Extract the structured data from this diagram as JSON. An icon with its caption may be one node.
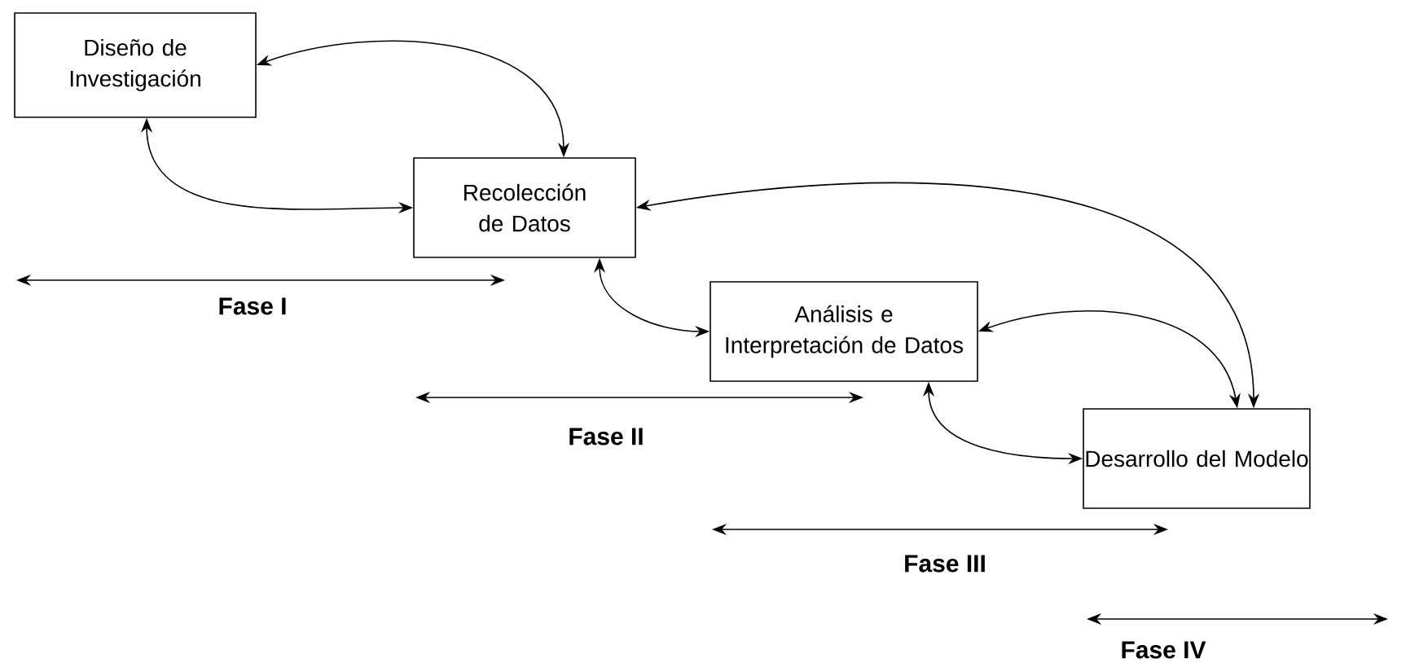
{
  "diagram": {
    "nodes": [
      {
        "text": [
          "Diseño de Investigación"
        ]
      },
      {
        "text": [
          "Recolección de Datos"
        ]
      },
      {
        "text": [
          "Análisis e Interpretación de Datos"
        ]
      },
      {
        "text": [
          "Desarrollo del Modelo"
        ]
      }
    ],
    "edges": [
      {
        "from": 0,
        "to": 1,
        "arrow": "both"
      },
      {
        "from": 0,
        "to": 1,
        "arrow": "both"
      },
      {
        "from": 1,
        "to": 2,
        "arrow": "both"
      },
      {
        "from": 1,
        "to": 3,
        "arrow": "both"
      },
      {
        "from": 2,
        "to": 3,
        "arrow": "both"
      },
      {
        "from": 2,
        "to": 3,
        "arrow": "both"
      }
    ],
    "labels": [
      "Fase I",
      "Fase II",
      "Fase III",
      "Fase IV"
    ]
  }
}
